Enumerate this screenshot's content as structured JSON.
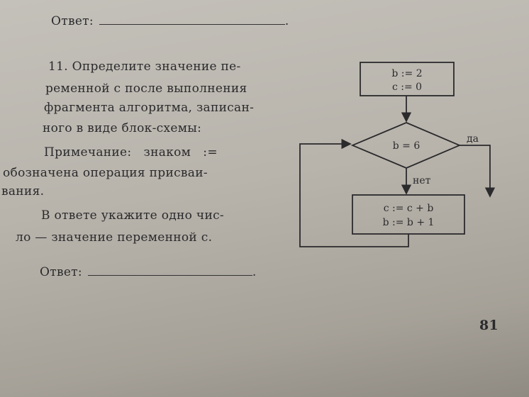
{
  "top_answer": {
    "label": "Ответ:",
    "end": "."
  },
  "problem": {
    "lines": [
      "11. Определите значение пе-",
      "ременной c после выполнения",
      "фрагмента алгоритма, записан-",
      "ного в виде блок-схемы:"
    ],
    "note_lines": [
      "Примечание:   знаком   :=",
      "обозначена операция присваи-",
      "вания."
    ],
    "instruction_lines": [
      "В ответе укажите одно чис-",
      "ло — значение переменной c."
    ]
  },
  "bottom_answer": {
    "label": "Ответ:",
    "end": "."
  },
  "flowchart": {
    "init": [
      "b := 2",
      "c := 0"
    ],
    "condition": "b = 6",
    "yes_label": "да",
    "no_label": "нет",
    "body": [
      "c := c + b",
      "b := b + 1"
    ]
  },
  "page_number": "81"
}
